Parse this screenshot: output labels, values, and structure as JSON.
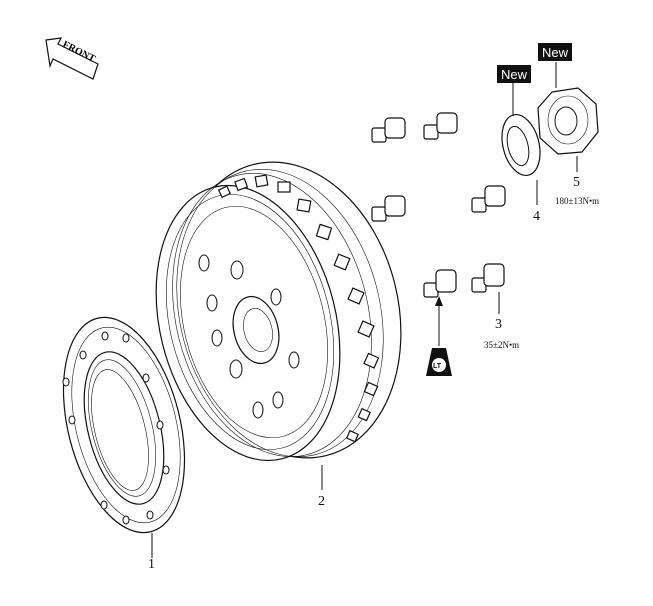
{
  "front_arrow": {
    "label": "FRONT"
  },
  "badges": {
    "new_washer": "New",
    "new_nut": "New"
  },
  "callouts": {
    "one": "1",
    "two": "2",
    "three": "3",
    "four": "4",
    "five": "5"
  },
  "torques": {
    "bolt": "35±2N•m",
    "nut": "180±13N•m"
  },
  "threadlock": {
    "label": "LT"
  }
}
